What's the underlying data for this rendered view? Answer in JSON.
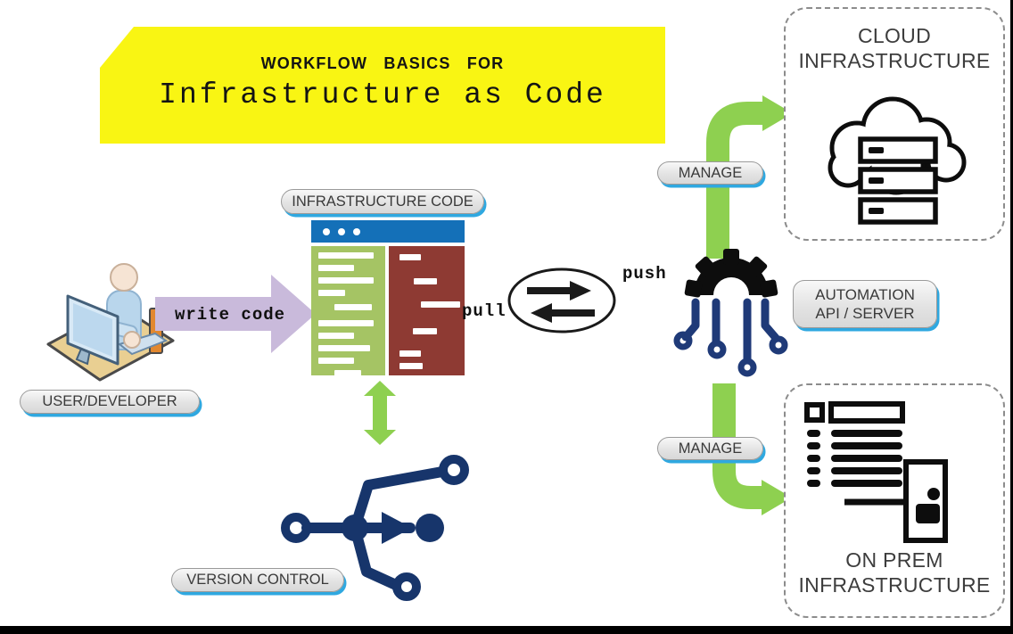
{
  "banner": {
    "kicker": "WORKFLOW BASICS FOR",
    "title": "Infrastructure as Code"
  },
  "labels": {
    "user": "USER/DEVELOPER",
    "infra_code": "INFRASTRUCTURE CODE",
    "version_control": "VERSION CONTROL",
    "manage_top": "MANAGE",
    "manage_bottom": "MANAGE",
    "automation_line1": "AUTOMATION",
    "automation_line2": "API / SERVER",
    "cloud_line1": "CLOUD",
    "cloud_line2": "INFRASTRUCTURE",
    "onprem_line1": "ON PREM",
    "onprem_line2": "INFRASTRUCTURE"
  },
  "edges": {
    "write_code": "write code",
    "push": "push",
    "pull": "pull"
  },
  "icons": [
    "user-at-desk-icon",
    "code-window-icon",
    "git-branch-icon",
    "sync-push-pull-icon",
    "gear-circuit-icon",
    "cloud-servers-icon",
    "onprem-server-door-icon",
    "write-code-arrow-icon",
    "manage-arrow-up-icon",
    "manage-arrow-down-icon",
    "sync-double-arrow-icon"
  ],
  "colors": {
    "banner_bg": "#f9f513",
    "arrow_green": "#8ed050",
    "arrow_lavender": "#c9badb",
    "window_titlebar": "#1470b8",
    "code_left_panel": "#a5c464",
    "code_right_panel": "#8e3a33",
    "navy_icon": "#17356b",
    "pill_shadow_blue": "#2fa8e0"
  }
}
